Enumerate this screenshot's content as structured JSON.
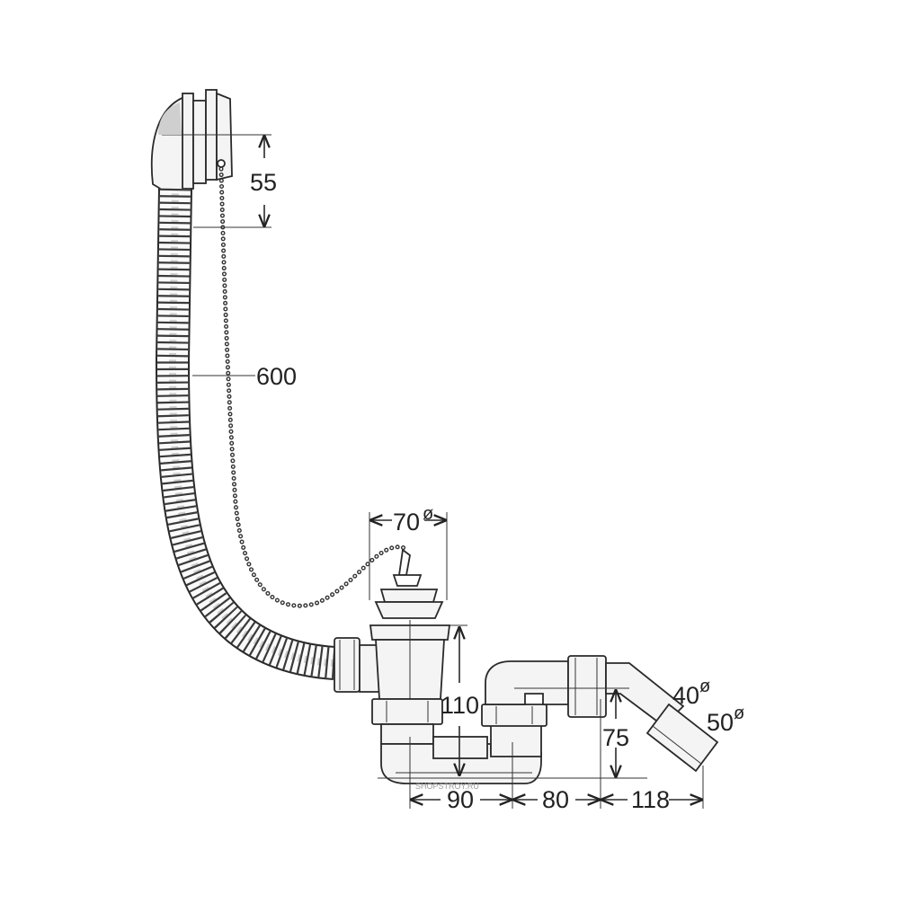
{
  "diagram": {
    "dimensions": {
      "overflow_height": "55",
      "hose_length": "600",
      "drain_diameter": "70",
      "drain_height": "110",
      "outlet_height": "75",
      "spacing_1": "90",
      "spacing_2": "80",
      "spacing_3": "118",
      "outlet_diameter_inner": "40",
      "outlet_diameter_outer": "50"
    },
    "diameter_symbol": "ø",
    "watermark": "SHOPSTROY.RU"
  }
}
